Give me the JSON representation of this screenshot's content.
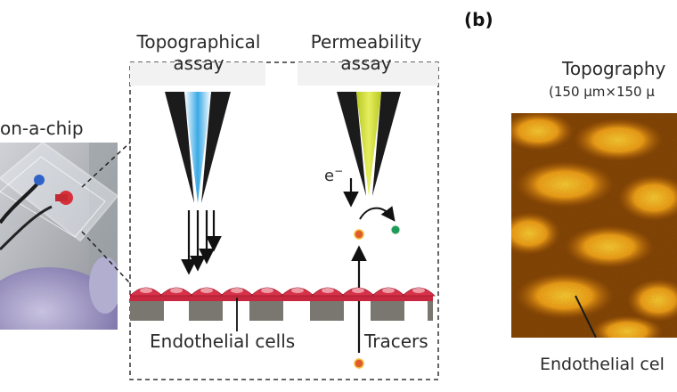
{
  "figure": {
    "panel_b_label": "(b)",
    "chip_label": "on-a-chip",
    "topographical_assay": [
      "Topographical",
      "assay"
    ],
    "permeability_assay": [
      "Permeability",
      "assay"
    ],
    "electron_label": "e",
    "electron_superscript": "−",
    "endothelial_cells_label": "Endothelial cells",
    "tracers_label": "Tracers",
    "topography_title": "Topography",
    "topography_scale": "(150 µm×150 µ",
    "topography_endothelial_label": "Endothelial cel"
  },
  "colors": {
    "cell": "#d8324a",
    "pillar": "#7a7770",
    "tracer": "#e05a2a",
    "product": "#1f9a5a",
    "probe_blue": "#39a9e6",
    "probe_yellow": "#d9e64a"
  }
}
